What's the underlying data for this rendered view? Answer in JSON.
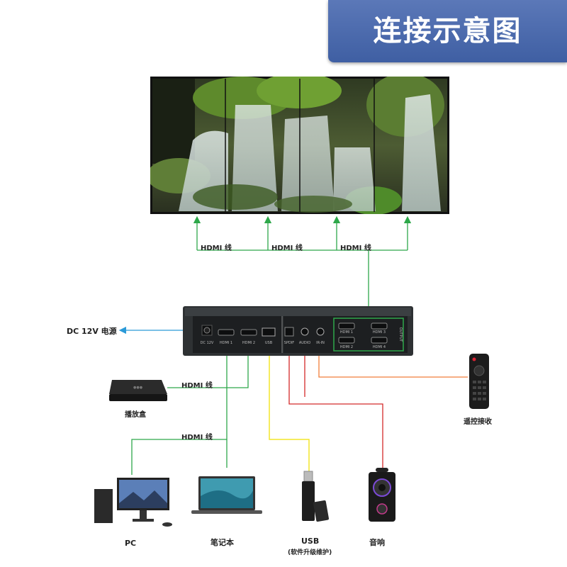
{
  "title": "连接示意图",
  "video_wall": {
    "panels": 4
  },
  "cables": {
    "hdmi_label_1": "HDMI 线",
    "hdmi_label_2": "HDMI 线",
    "hdmi_label_3": "HDMI 线",
    "hdmi_label_box": "HDMI 线",
    "hdmi_label_pc": "HDMI 线"
  },
  "power": {
    "label": "DC 12V 电源"
  },
  "device_panel": {
    "ports_left": [
      "DC 12V",
      "HDMI 1",
      "HDMI 2",
      "USB"
    ],
    "ports_mid": [
      "SPDIF",
      "AUDIO",
      "IR-IN"
    ],
    "outputs": [
      "HDMI 1",
      "HDMI 3",
      "HDMI 2",
      "HDMI 4"
    ],
    "output_group_label": "OUTPUT"
  },
  "sources": {
    "set_top_box": "播放盒",
    "pc": "PC",
    "laptop": "笔记本",
    "usb_label": "USB",
    "usb_note": "(软件升级维护)",
    "speaker": "音响",
    "remote": "遥控接收"
  },
  "colors": {
    "hdmi": "#2ea84a",
    "power": "#2b9ad8",
    "usb": "#f3e52a",
    "audio": "#d42a2a",
    "ir": "#f07e3a",
    "banner": "#4a67ad"
  }
}
